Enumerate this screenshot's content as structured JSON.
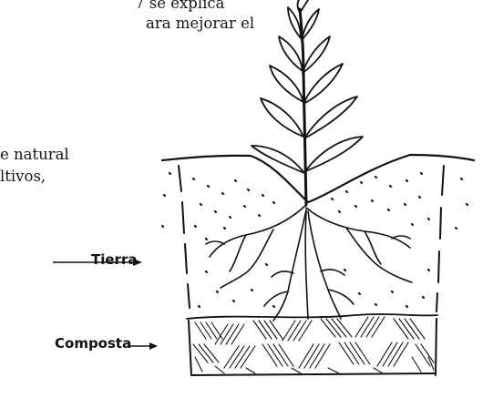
{
  "text_fragment": {
    "lines": [
      "7 se explica",
      "ara mejorar el",
      "e natural",
      "ltivos,"
    ]
  },
  "figure": {
    "labels": {
      "soil": "Tierra",
      "compost": "Composta"
    },
    "ink_color": "#111111"
  }
}
